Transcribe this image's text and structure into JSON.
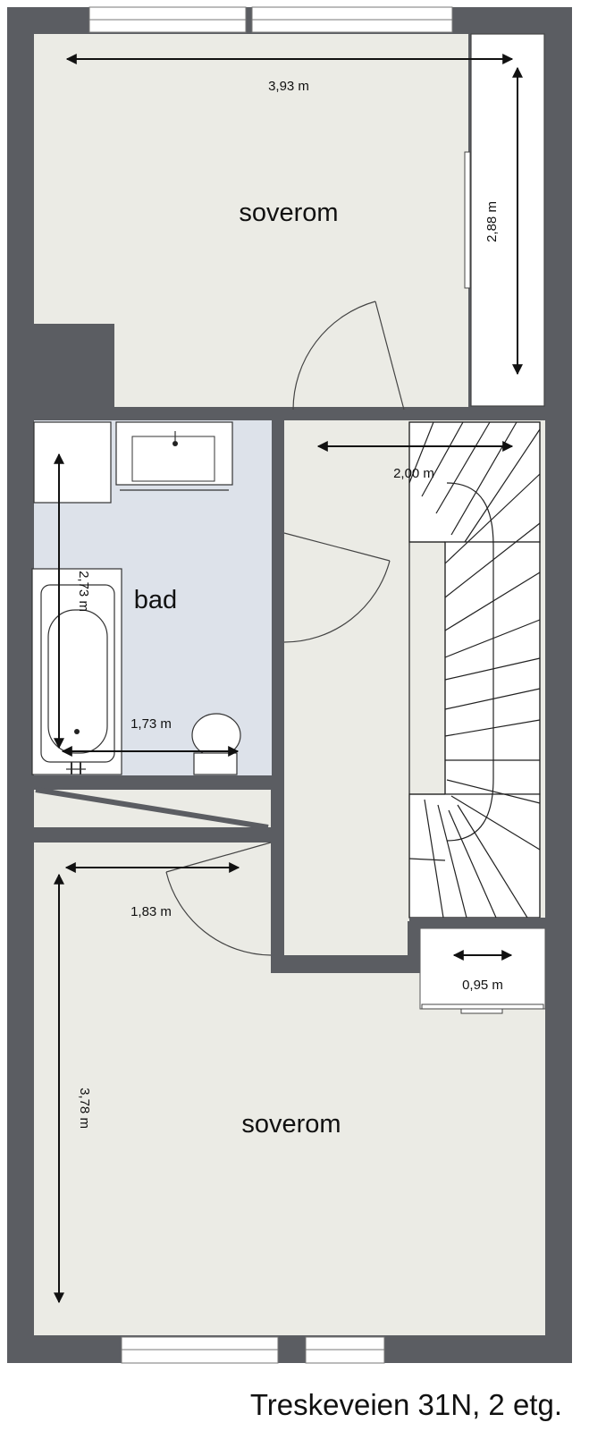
{
  "rooms": {
    "bedroom_top": "soverom",
    "bathroom": "bad",
    "bedroom_bottom": "soverom"
  },
  "dimensions": {
    "top_bedroom_width": "3,93 m",
    "top_bedroom_closet": "2,88 m",
    "hall_width": "2,00 m",
    "bath_height": "2,73 m",
    "bath_width": "1,73 m",
    "bottom_bedroom_width": "1,83 m",
    "bottom_bedroom_height": "3,78 m",
    "small_closet": "0,95 m"
  },
  "caption": "Treskeveien 31N, 2 etg.",
  "colors": {
    "wall": "#5b5d62",
    "floor": "#ebebe5",
    "bath_floor": "#dde2ea",
    "fixture": "#ffffff",
    "line": "#222222"
  }
}
